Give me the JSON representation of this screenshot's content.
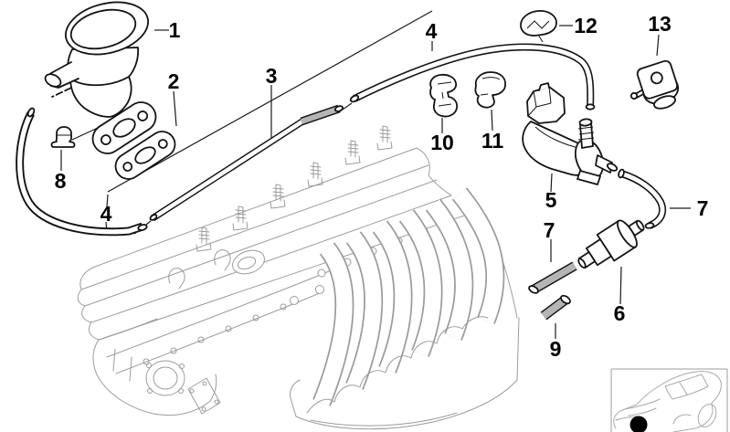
{
  "figure": {
    "type": "exploded-parts-diagram",
    "background_color": "#ffffff",
    "part_line_color": "#141414",
    "engine_line_color": "#9c9c9c",
    "callouts": [
      {
        "number": "1",
        "part": "air-valve"
      },
      {
        "number": "2",
        "part": "gasket"
      },
      {
        "number": "3",
        "part": "rigid-pipe"
      },
      {
        "number": "4",
        "part": "hose-upper"
      },
      {
        "number": "4",
        "part": "hose-lower"
      },
      {
        "number": "5",
        "part": "solenoid-valve"
      },
      {
        "number": "6",
        "part": "inline-filter"
      },
      {
        "number": "7",
        "part": "hose-right"
      },
      {
        "number": "7",
        "part": "hose-left"
      },
      {
        "number": "8",
        "part": "nut"
      },
      {
        "number": "9",
        "part": "short-hose"
      },
      {
        "number": "10",
        "part": "clip"
      },
      {
        "number": "11",
        "part": "clip"
      },
      {
        "number": "12",
        "part": "clip"
      },
      {
        "number": "13",
        "part": "holder"
      }
    ],
    "inset": {
      "name": "car-location-thumbnail",
      "marker_color": "#000000",
      "border_color": "#9c9c9c"
    }
  }
}
